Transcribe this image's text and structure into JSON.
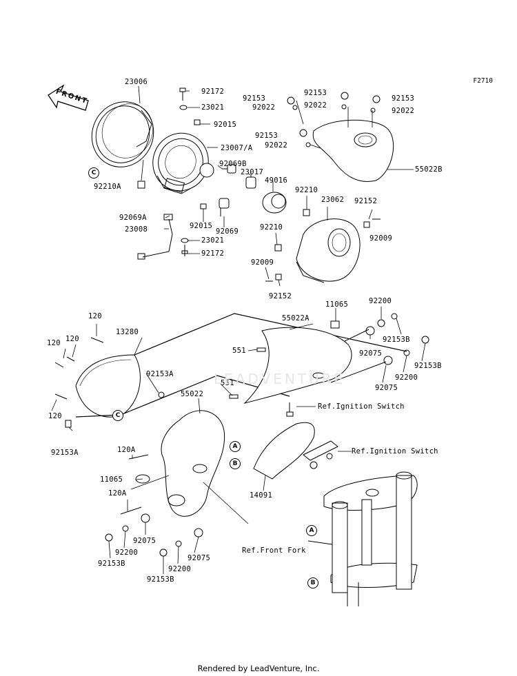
{
  "diagram_code": "F2710",
  "front_label": "FRONT",
  "footer": "Rendered by LeadVenture, Inc.",
  "watermark": "LEADVENTURE",
  "callouts": {
    "a": "A",
    "b": "B",
    "c": "C"
  },
  "labels": [
    "23006",
    "92172",
    "23021",
    "92015",
    "23007/A",
    "92069B",
    "23017",
    "49016",
    "92210A",
    "92069A",
    "23008",
    "92015",
    "92069",
    "23021",
    "92172",
    "92153",
    "92022",
    "92153",
    "92022",
    "92153",
    "92022",
    "92153",
    "92022",
    "55022B",
    "92210",
    "23062",
    "92152",
    "92009",
    "92210",
    "92009",
    "92152",
    "120",
    "13280",
    "120",
    "120",
    "92153A",
    "120",
    "92153A",
    "55022A",
    "11065",
    "551",
    "551",
    "92200",
    "92153B",
    "92075",
    "92153B",
    "92200",
    "92075",
    "55022",
    "120A",
    "11065",
    "120A",
    "92075",
    "92200",
    "92153B",
    "92075",
    "92200",
    "92153B",
    "Ref.Ignition Switch",
    "Ref.Ignition Switch",
    "14091",
    "Ref.Front Fork"
  ]
}
